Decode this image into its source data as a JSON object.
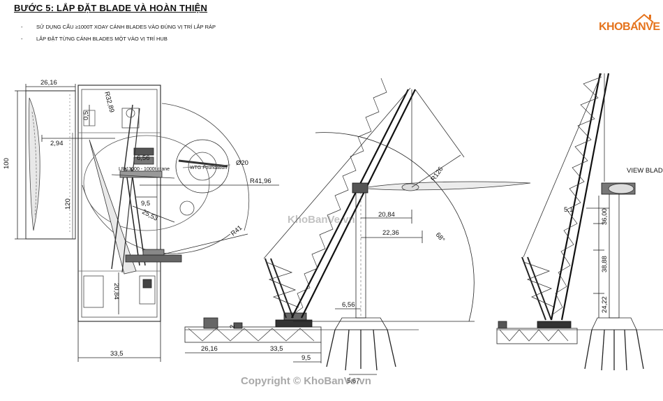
{
  "header": {
    "title": "BƯỚC 5: LẮP ĐẶT BLADE VÀ HOÀN THIỆN",
    "bullets": [
      {
        "dash": "-",
        "text": "SỬ DỤNG CẨU ≥1000T XOAY CÁNH BLADES VÀO ĐÚNG VỊ TRÍ LẮP RÁP"
      },
      {
        "dash": "-",
        "text": "LẮP ĐẶT TỪNG CÁNH BLADES MỘT VÀO VỊ TRÍ HUB"
      }
    ]
  },
  "logo": {
    "text": "KHOBANVE",
    "color": "#e5731c"
  },
  "plan_view": {
    "dims": {
      "top_width": "26,16",
      "left_height": "100",
      "inner_height": "120",
      "offset_a": "0,5",
      "offset_b": "2,94",
      "radius_boom": "R32,89",
      "depth": "6,56",
      "foundation_dia": "Ø20",
      "radius_main": "R41,96",
      "d1": "9,5",
      "d2": "25,53",
      "radius_small": "R41",
      "d3": "20,84",
      "bottom_width": "33,5"
    },
    "small_labels": {
      "foundation_a": "WTG Foundation",
      "crane_label": "LR 11000 - 1000t crane"
    }
  },
  "elevation_1": {
    "dims": {
      "d_left": "26,16",
      "d_barge": "33,5",
      "d_tower": "9,5",
      "d_gap": "6,56",
      "d_pile": "5,67",
      "d_rad1": "20,84",
      "d_rad2": "22,36",
      "blade_radius": "R126",
      "angle": "68°",
      "h_small": "2"
    }
  },
  "elevation_2": {
    "dims": {
      "view_label": "VIEW BLADE",
      "offset": "5,1",
      "h1": "36,00",
      "h2": "38,88",
      "h3": "24,22"
    }
  },
  "watermarks": {
    "center": "KhoBanVe.vn",
    "copyright": "Copyright © KhoBanVe.vn"
  }
}
